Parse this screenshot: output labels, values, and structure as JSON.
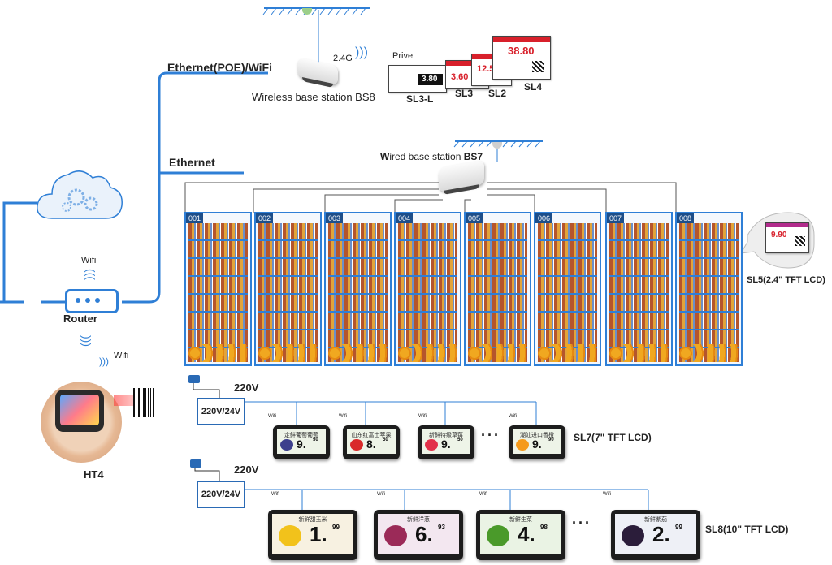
{
  "network": {
    "ethernet_poe_wifi": "Ethernet(POE)/WiFi",
    "ethernet": "Ethernet",
    "band": "2.4G",
    "wireless_bs": "Wireless base station BS8",
    "wired_bs_prefix": "W",
    "wired_bs_mid": "ired  base  station ",
    "wired_bs_code": "BS7",
    "wifi_router": "Wifi",
    "router": "Router",
    "wifi_ht4": "Wifi",
    "ht4": "HT4"
  },
  "labels": {
    "prive": "Prive",
    "sl3l": "SL3-L",
    "sl3": "SL3",
    "sl2": "SL2",
    "sl4": "SL4",
    "sl3l_price": "3.80",
    "sl3_price": "3.60",
    "sl2_price": "12.50",
    "sl4_price": "38.80",
    "sl5": "SL5(2.4\" TFT LCD)",
    "sl5_price": "9.90"
  },
  "shelves": [
    "001",
    "002",
    "003",
    "004",
    "005",
    "006",
    "007",
    "008"
  ],
  "power": {
    "v1": "220V",
    "psu1": "220V/24V",
    "v2": "220V",
    "psu2": "220V/24V"
  },
  "sl7": {
    "name": "SL7(7\" TFT LCD)",
    "wifi": "Wifi",
    "dots": "···",
    "items": [
      {
        "title": "定鲜葡萄葡萄",
        "price": "9.",
        "cents": "50"
      },
      {
        "title": "山东红富士苹果",
        "price": "8.",
        "cents": "50"
      },
      {
        "title": "新鲜特级草莓",
        "price": "9.",
        "cents": "50"
      },
      {
        "title": "潮汕进口香橙",
        "price": "9.",
        "cents": "90"
      }
    ]
  },
  "sl8": {
    "name": "SL8(10\" TFT LCD)",
    "wifi": "Wifi",
    "dots": "···",
    "items": [
      {
        "title": "新鲜甜玉米",
        "price": "1.",
        "cents": "99"
      },
      {
        "title": "新鲜洋葱",
        "price": "6.",
        "cents": "93"
      },
      {
        "title": "新鲜生菜",
        "price": "4.",
        "cents": "98"
      },
      {
        "title": "新鲜紫茄",
        "price": "2.",
        "cents": "99"
      }
    ]
  },
  "colors": {
    "line_blue": "#2f7fd6",
    "wire_gray": "#555555",
    "label_red": "#d8202b"
  }
}
